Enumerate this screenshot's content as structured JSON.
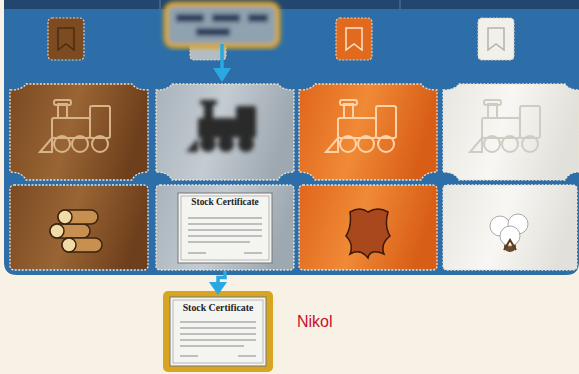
{
  "diagram": {
    "nodes": [
      {
        "text": [
          "Stock Certificate"
        ]
      },
      {
        "text": [
          "Stock Certificate"
        ]
      }
    ],
    "edges": [
      {
        "from": 0,
        "to": 1,
        "arrow": "to"
      }
    ],
    "labels": [
      "Nikol"
    ]
  }
}
